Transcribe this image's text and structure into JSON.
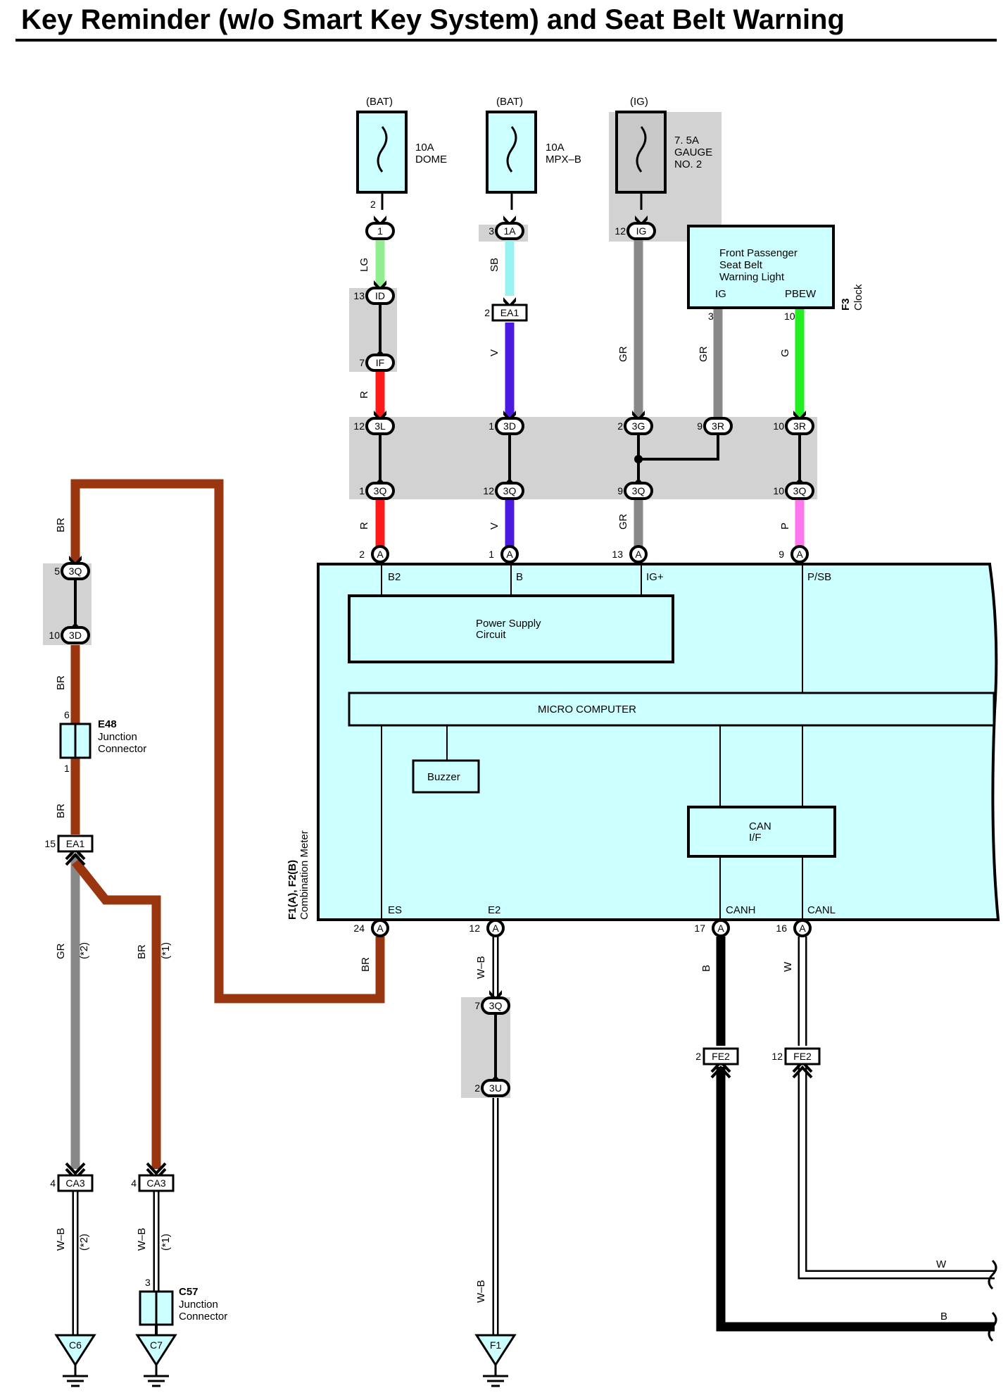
{
  "title": "Key Reminder (w/o Smart Key System) and Seat Belt Warning",
  "colors": {
    "LG": "#90ee90",
    "SB": "#99f2f2",
    "R": "#ff1a1a",
    "V": "#4a1ae0",
    "GR": "#888888",
    "G": "#22ee22",
    "P": "#ff77ee",
    "BR": "#99350f",
    "B": "#000000",
    "W": "#ffffff",
    "W-B": "#ffffff",
    "component": "#ccffff",
    "shade": "#d2d2d2"
  },
  "fuses": [
    {
      "source": "(BAT)",
      "rating": "10A",
      "name": "DOME",
      "pin": "2"
    },
    {
      "source": "(BAT)",
      "rating": "10A",
      "name": "MPX–B",
      "pin": ""
    },
    {
      "source": "(IG)",
      "rating": "7. 5A",
      "name": "GAUGE",
      "name2": "NO. 2",
      "pin": ""
    }
  ],
  "connectors": {
    "c1": {
      "id": "1",
      "pin": ""
    },
    "c1a": {
      "id": "1A",
      "pin": "3"
    },
    "cig": {
      "id": "IG",
      "pin": "12"
    },
    "cid": {
      "id": "ID",
      "pin": "13"
    },
    "cif": {
      "id": "IF",
      "pin": "7"
    },
    "cea1": {
      "id": "EA1",
      "pin": "2"
    },
    "c3l": {
      "id": "3L",
      "pin": "12"
    },
    "c3d_top": {
      "id": "3D",
      "pin": "1"
    },
    "c3g": {
      "id": "3G",
      "pin": "2"
    },
    "c3r9": {
      "id": "3R",
      "pin": "9"
    },
    "c3r10": {
      "id": "3R",
      "pin": "10"
    },
    "c3q1": {
      "id": "3Q",
      "pin": "1"
    },
    "c3q12": {
      "id": "3Q",
      "pin": "12"
    },
    "c3q9": {
      "id": "3Q",
      "pin": "9"
    },
    "c3q10": {
      "id": "3Q",
      "pin": "10"
    },
    "ma2": {
      "id": "A",
      "pin": "2"
    },
    "ma1": {
      "id": "A",
      "pin": "1"
    },
    "ma13": {
      "id": "A",
      "pin": "13"
    },
    "ma9": {
      "id": "A",
      "pin": "9"
    },
    "ma24": {
      "id": "A",
      "pin": "24"
    },
    "ma12": {
      "id": "A",
      "pin": "12"
    },
    "ma17": {
      "id": "A",
      "pin": "17"
    },
    "ma16": {
      "id": "A",
      "pin": "16"
    },
    "c3q5": {
      "id": "3Q",
      "pin": "5"
    },
    "c3d10": {
      "id": "3D",
      "pin": "10"
    },
    "cea1_15": {
      "id": "EA1",
      "pin": "15"
    },
    "c3q7": {
      "id": "3Q",
      "pin": "7"
    },
    "c3u2": {
      "id": "3U",
      "pin": "2"
    },
    "cfe2_2": {
      "id": "FE2",
      "pin": "2"
    },
    "cfe2_12": {
      "id": "FE2",
      "pin": "12"
    },
    "cca3a": {
      "id": "CA3",
      "pin": "4"
    },
    "cca3b": {
      "id": "CA3",
      "pin": "4"
    }
  },
  "wires": {
    "lg": "LG",
    "sb": "SB",
    "r1": "R",
    "v1": "V",
    "gr1": "GR",
    "gr2": "GR",
    "g": "G",
    "r2": "R",
    "v2": "V",
    "gr3": "GR",
    "p": "P",
    "br1": "BR",
    "br2": "BR",
    "br3": "BR",
    "br_es": "BR",
    "wb_e2": "W–B",
    "wb_e2b": "W–B",
    "b_canh": "B",
    "w_canl": "W",
    "gr_left": "GR",
    "br_left": "BR",
    "wb_c6": "W–B",
    "wb_c7": "W–B",
    "w_out": "W",
    "b_out": "B",
    "note2": "(*2)",
    "note1": "(*1)"
  },
  "passenger_light": {
    "lines": [
      "Front Passenger",
      "Seat Belt",
      "Warning Light"
    ],
    "pin_ig": "IG",
    "pin_pbew": "PBEW",
    "num_ig": "3",
    "num_pbew": "10",
    "code": "F3",
    "caption": "Clock"
  },
  "meter": {
    "code": "F1(A), F2(B)",
    "name": "Combination Meter",
    "pins_top": [
      "B2",
      "B",
      "IG+",
      "P/SB"
    ],
    "pins_bottom": [
      "ES",
      "E2",
      "CANH",
      "CANL"
    ],
    "power_supply": [
      "Power Supply",
      "Circuit"
    ],
    "micro": "MICRO COMPUTER",
    "buzzer": "Buzzer",
    "can": [
      "CAN",
      "I/F"
    ]
  },
  "e48": {
    "code": "E48",
    "line1": "Junction",
    "line2": "Connector",
    "pin_top": "6",
    "pin_bottom": "1"
  },
  "c57": {
    "code": "C57",
    "line1": "Junction",
    "line2": "Connector",
    "pin_top": "3"
  },
  "grounds": [
    "C6",
    "C7",
    "F1"
  ]
}
